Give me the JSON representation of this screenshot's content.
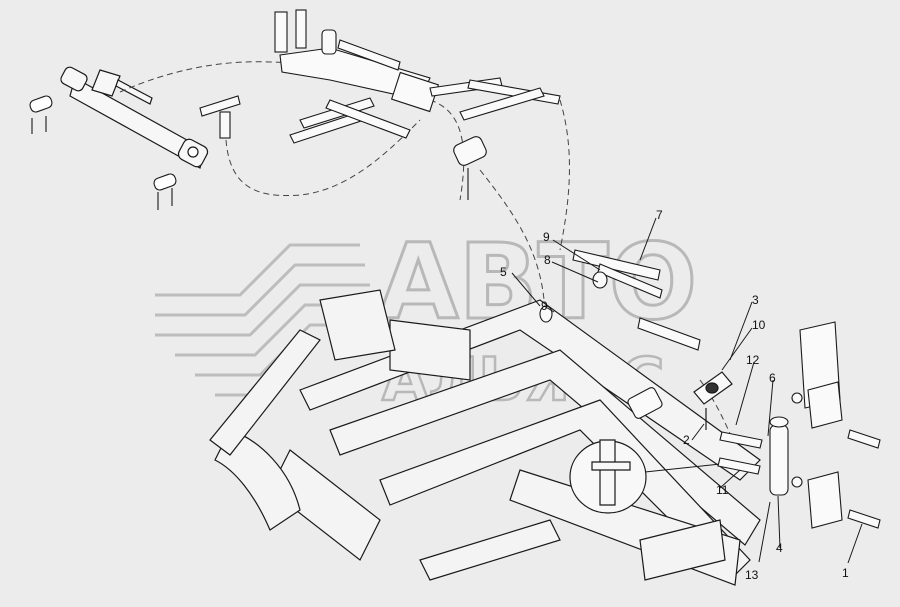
{
  "watermark": {
    "line1": "АВТО",
    "line2": "АЛЬЯНС"
  },
  "callouts": [
    {
      "id": "c1",
      "label": "1"
    },
    {
      "id": "c2",
      "label": "2"
    },
    {
      "id": "c3",
      "label": "3"
    },
    {
      "id": "c4",
      "label": "4"
    },
    {
      "id": "c5",
      "label": "5"
    },
    {
      "id": "c6",
      "label": "6"
    },
    {
      "id": "c7",
      "label": "7"
    },
    {
      "id": "c8",
      "label": "8"
    },
    {
      "id": "c9a",
      "label": "9"
    },
    {
      "id": "c9b",
      "label": "9"
    },
    {
      "id": "c10",
      "label": "10"
    },
    {
      "id": "c11",
      "label": "11"
    },
    {
      "id": "c12",
      "label": "12"
    },
    {
      "id": "c13",
      "label": "13"
    }
  ],
  "colors": {
    "background": "#ececec",
    "ink": "#1a1a1a",
    "watermark": "#bdbdbd"
  }
}
